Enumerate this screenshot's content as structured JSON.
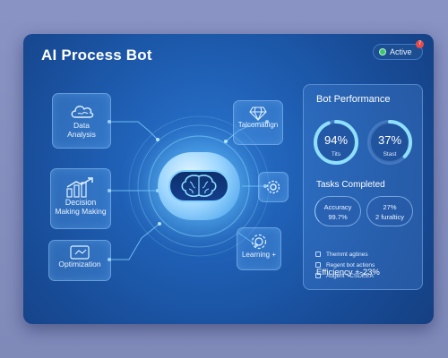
{
  "header": {
    "title": "AI Process Bot",
    "status_label": "Active",
    "notification_count": "7"
  },
  "left_cards": [
    {
      "label_line1": "Data",
      "label_line2": "Analysis",
      "icon": "cloud-brain-icon"
    },
    {
      "label_line1": "Decision",
      "label_line2": "Making Making",
      "icon": "bar-chart-arrow-icon"
    },
    {
      "label_line1": "Optimization",
      "label_line2": "",
      "icon": "window-icon"
    }
  ],
  "right_cards": [
    {
      "label": "Talcomatiign",
      "icon": "diamond-icon"
    },
    {
      "label": "",
      "icon": "gear-icon"
    },
    {
      "label": "Learning +",
      "icon": "gear-cycle-icon"
    }
  ],
  "center": {
    "icon": "brain-icon"
  },
  "performance": {
    "title": "Bot Performance",
    "gauges": [
      {
        "value": "94%",
        "label": "Tits",
        "fraction": 0.94
      },
      {
        "value": "37%",
        "label": "Stast",
        "fraction": 0.37
      }
    ],
    "tasks_title": "Tasks Completed",
    "pills": [
      {
        "line1": "Accuracy",
        "line2": "99.7%"
      },
      {
        "line1": "27%",
        "line2": "2 furalticy"
      }
    ],
    "efficiency": "Efficiency +-23%",
    "items": [
      "Themmt agtines",
      "Regent bot actions",
      "Augent +CSDEEA"
    ]
  },
  "colors": {
    "accent": "#7fd0ff",
    "active": "#3ec46f",
    "badge_count": "#e74b4b"
  }
}
